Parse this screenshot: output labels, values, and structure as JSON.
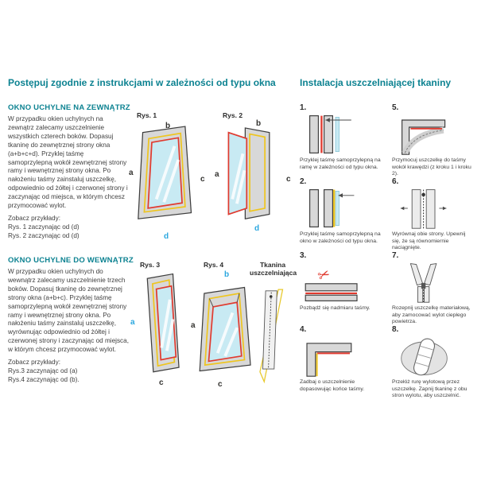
{
  "colors": {
    "accent_teal": "#0c8291",
    "highlight_blue": "#2aa7df",
    "tape_red": "#e03a2f",
    "tape_yellow": "#eec51f",
    "glass_blue": "#c8eaf3",
    "frame_gray": "#d8d8d8"
  },
  "icons": {
    "scissors": "✂"
  },
  "left": {
    "heading": "Postępuj zgodnie z instrukcjami w zależności od typu okna",
    "sections": [
      {
        "title": "OKNO UCHYLNE NA ZEWNĄTRZ",
        "body": "W przypadku okien uchylnych na zewnątrz zalecamy uszczelnienie wszystkich czterech boków. Dopasuj tkaninę do zewnętrznej strony okna (a+b+c+d). Przyklej taśmę samoprzylepną wokół zewnętrznej strony ramy i wewnętrznej strony okna. Po nałożeniu taśmy zainstaluj uszczelkę, odpowiednio od żółtej i czerwonej strony i zaczynając od miejsca, w którym chcesz przymocować wylot.",
        "examples_label": "Zobacz przykłady:",
        "examples": [
          "Rys. 1 zaczynając od (d)",
          "Rys. 2 zaczynając od (d)"
        ]
      },
      {
        "title": "OKNO UCHYLNE DO WEWNĄTRZ",
        "body": "W przypadku okien uchylnych do wewnątrz zalecamy uszczelnienie trzech boków. Dopasuj tkaninę do zewnętrznej strony okna (a+b+c). Przyklej taśmę samoprzylepną wokół zewnętrznej strony ramy i wewnętrznej strony okna. Po nałożeniu taśmy zainstaluj uszczelkę, wyrównując odpowiednio od żółtej i czerwonej strony i zaczynając od miejsca, w którym chcesz przymocować wylot.",
        "examples_label": "Zobacz przykłady:",
        "examples": [
          "Rys.3 zaczynając od (a)",
          "Rys.4 zaczynając od (b)."
        ]
      }
    ]
  },
  "figures": {
    "fig1": {
      "caption": "Rys. 1",
      "top": "b",
      "left": "a",
      "right": "c",
      "bottom": "d"
    },
    "fig2": {
      "caption": "Rys. 2",
      "top": "b",
      "left": "a",
      "right": "c",
      "bottom": "d"
    },
    "fig3": {
      "caption": "Rys. 3",
      "left": "a",
      "bottom": "c"
    },
    "fig4": {
      "caption": "Rys. 4",
      "top": "b",
      "left": "a",
      "bottom": "c"
    },
    "fabric": {
      "caption": "Tkanina uszczelniająca"
    }
  },
  "right": {
    "heading": "Instalacja uszczelniającej tkaniny",
    "steps": [
      {
        "num": "1.",
        "caption": "Przyklej taśmę samoprzylepną na ramę w zależności od typu okna."
      },
      {
        "num": "2.",
        "caption": "Przyklej taśmę samoprzylepną na okno w zależności od typu okna."
      },
      {
        "num": "3.",
        "caption": "Pozbądź się nadmiaru taśmy."
      },
      {
        "num": "4.",
        "caption": "Zadbaj o uszczelnienie dopasowując końce taśmy."
      },
      {
        "num": "5.",
        "caption": "Przymocuj uszczelkę do taśmy wokół krawędzi (z kroku 1 i kroku 2)."
      },
      {
        "num": "6.",
        "caption": "Wyrównaj obie strony. Upewnij się, że są równomiernie naciągnięte."
      },
      {
        "num": "7.",
        "caption": "Rozepnij uszczelkę materiałową, aby zamocować wylot ciepłego powietrza."
      },
      {
        "num": "8.",
        "caption": "Przełóż rurę wylotową przez uszczelkę. Zapnij tkaninę z obu stron wylotu, aby uszczelnić."
      }
    ]
  }
}
